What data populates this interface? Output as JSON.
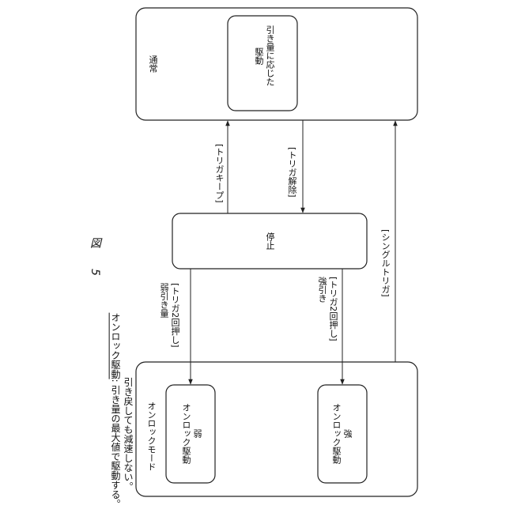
{
  "figure_label": "図　5",
  "note": {
    "term": "オンロック駆動",
    "line1": ": 引き量の最大値で駆動する。",
    "line2": "引き戻しても減速しない。"
  },
  "states": {
    "normal": {
      "title": "通常",
      "inner": "引き量に応じた\n駆動"
    },
    "stop": {
      "title": "停止"
    },
    "onlock": {
      "title": "オンロックモード",
      "weak": "弱\nオンロック駆動",
      "strong": "強\nオンロック駆動"
    }
  },
  "transitions": {
    "trigger_keep": "[トリガキープ]",
    "trigger_release": "[トリガ解除]",
    "single_trigger": "[シングルトリガ]",
    "double_weak": "[トリガ2回押し]\n弱引き量",
    "double_strong": "[トリガ2回押し]\n強引き"
  }
}
